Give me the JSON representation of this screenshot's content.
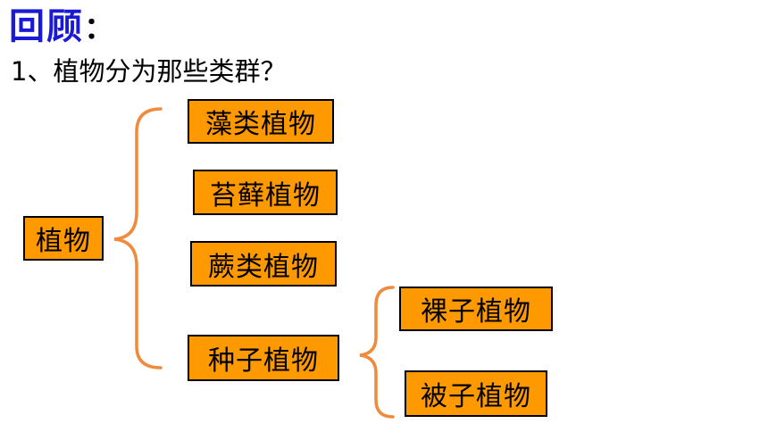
{
  "slide": {
    "title": "回顾",
    "title_colon": "：",
    "question": "1、植物分为那些类群？"
  },
  "diagram": {
    "root": "植物",
    "level1": [
      "藻类植物",
      "苔藓植物",
      "蕨类植物",
      "种子植物"
    ],
    "seed_children": [
      "裸子植物",
      "被子植物"
    ]
  },
  "colors": {
    "title": "#1a1ad6",
    "box_fill": "#ff9900",
    "box_border": "#000000",
    "brace": "#f08a3c"
  }
}
